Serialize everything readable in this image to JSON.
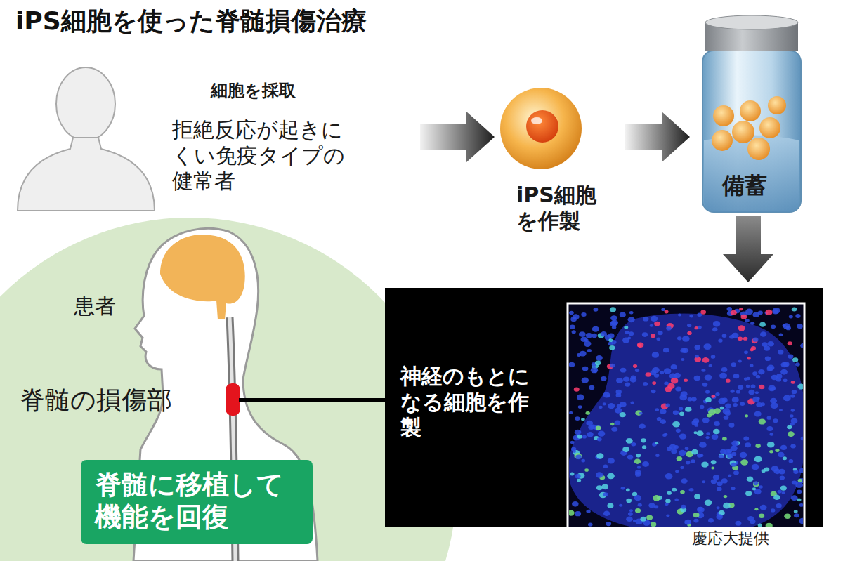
{
  "diagram": {
    "title": "iPS細胞を使った脊髄損傷治療",
    "nodes": [
      {
        "text": [
          "細胞を採取",
          "拒絶反応が起きにくい免疫タイプの健常者"
        ]
      },
      {
        "text": [
          "iPS細胞を作製"
        ]
      },
      {
        "text": [
          "備蓄"
        ]
      },
      {
        "text": [
          "神経のもとになる細胞を作製"
        ]
      },
      {
        "text": [
          "患者",
          "脊髄の損傷部"
        ]
      },
      {
        "text": [
          "脊髄に移植して機能を回復"
        ],
        "in": 4
      }
    ],
    "edges": [
      {
        "from": 0,
        "to": 1,
        "arrow": "to"
      },
      {
        "from": 1,
        "to": 2,
        "arrow": "to"
      },
      {
        "from": 2,
        "to": 3,
        "arrow": "to"
      },
      {
        "from": 3,
        "to": 4,
        "arrow": "none"
      }
    ],
    "labels": [
      "慶応大提供"
    ]
  }
}
